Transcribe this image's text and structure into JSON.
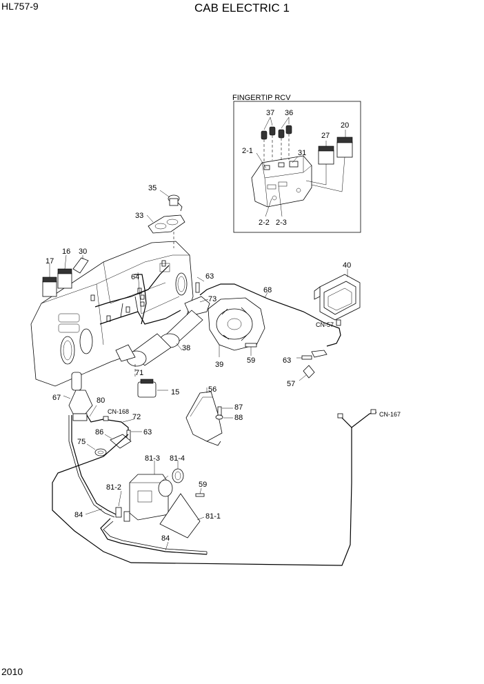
{
  "header": {
    "model": "HL757-9",
    "title": "CAB ELECTRIC 1"
  },
  "footer": {
    "page_number": "2010"
  },
  "inset": {
    "title": "FINGERTIP RCV",
    "callouts": [
      "37",
      "36",
      "2-1",
      "31",
      "27",
      "20",
      "2-2",
      "2-3"
    ]
  },
  "callouts": {
    "c35": "35",
    "c33": "33",
    "c17": "17",
    "c16": "16",
    "c30": "30",
    "c64": "64",
    "c63a": "63",
    "c73": "73",
    "c68": "68",
    "c40": "40",
    "c38": "38",
    "c39": "39",
    "c59a": "59",
    "c63b": "63",
    "c57": "57",
    "c71": "71",
    "c15": "15",
    "c56": "56",
    "c87": "87",
    "c88": "88",
    "c67": "67",
    "c80": "80",
    "c72": "72",
    "c63c": "63",
    "c86": "86",
    "c75": "75",
    "c813": "81-3",
    "c814": "81-4",
    "c812": "81-2",
    "c59b": "59",
    "c84a": "84",
    "c811": "81-1",
    "c84b": "84"
  },
  "connectors": {
    "cn57": "CN-57",
    "cn168": "CN-168",
    "cn167": "CN-167"
  }
}
